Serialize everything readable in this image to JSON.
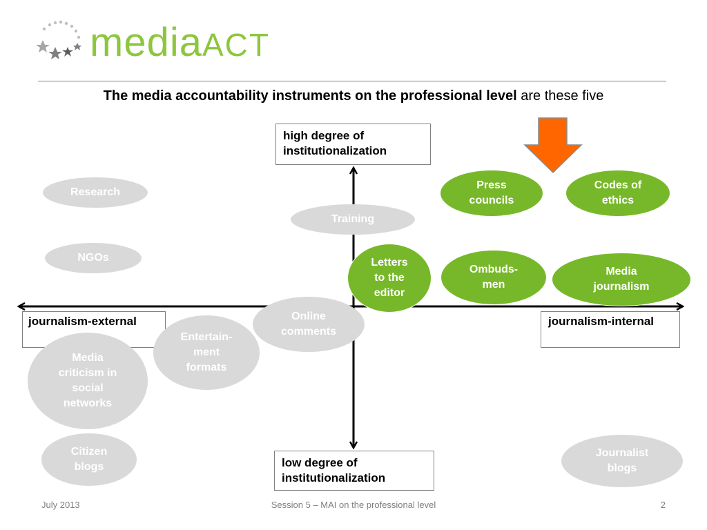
{
  "logo": {
    "part1": "media",
    "part2": "ACT"
  },
  "title": {
    "bold": "The media accountability instruments on the professional level",
    "normal": "are these five"
  },
  "axis_labels": {
    "top": "high degree of institutionalization",
    "bottom": "low degree of institutionalization",
    "left": "journalism-external",
    "right": "journalism-internal"
  },
  "instruments": {
    "research": "Research",
    "ngos": "NGOs",
    "training": "Training",
    "press_councils": "Press councils",
    "codes_of_ethics": "Codes of ethics",
    "letters_to_editor": "Letters to the editor",
    "ombudsmen": "Ombuds-men",
    "media_journalism": "Media journalism",
    "online_comments": "Online comments",
    "entertainment_formats": "Entertain-ment formats",
    "media_criticism": "Media criticism in social networks",
    "citizen_blogs": "Citizen blogs",
    "journalist_blogs": "Journalist blogs"
  },
  "footer": {
    "date": "July 2013",
    "session": "Session 5 – MAI on the professional level",
    "page": "2"
  },
  "colors": {
    "brand_green": "#8dc63f",
    "bubble_green": "#77b82a",
    "bubble_gray": "#d9d9d9",
    "arrow_orange": "#ff6600"
  }
}
